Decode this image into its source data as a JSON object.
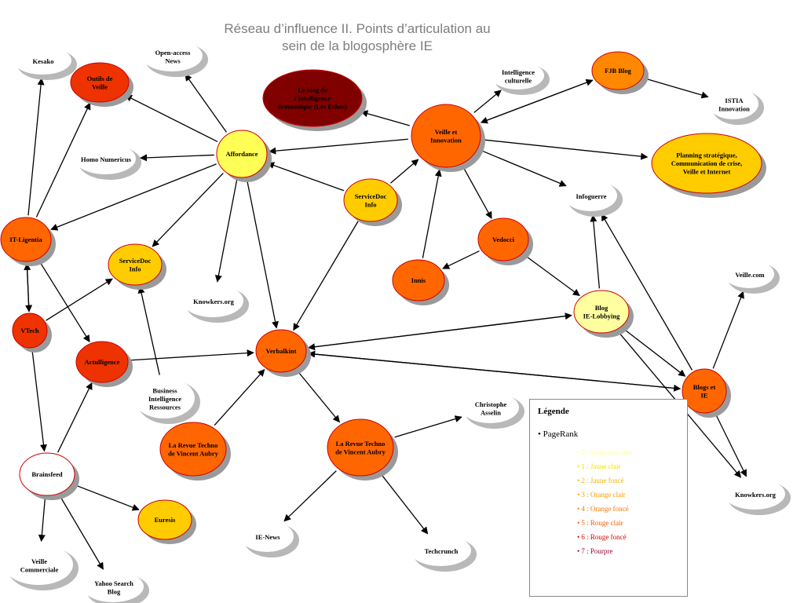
{
  "title": "Réseau d’influence II. Points d’articulation au sein de la blogosphère IE",
  "colors": {
    "pagerank_0": "#ffffa0",
    "pagerank_1": "#ffff55",
    "pagerank_2": "#ffcc00",
    "pagerank_3": "#ff9900",
    "pagerank_4": "#ff8800",
    "pagerank_5": "#ff6600",
    "pagerank_6": "#ee3300",
    "pagerank_7": "#800000",
    "unranked": "#ffffff",
    "node_border": "#cc0000",
    "cloud_shadow": "#b8b8b8"
  },
  "nodes": [
    {
      "id": "kesako",
      "label": "Kesako",
      "rank": null
    },
    {
      "id": "openaccess",
      "label": "Open-access News",
      "rank": null
    },
    {
      "id": "outils",
      "label": "Outils de Veille",
      "rank": 6
    },
    {
      "id": "blogie_echos",
      "label": "Le blog de l’intelligence économique (Les Echos)",
      "rank": 7
    },
    {
      "id": "homo",
      "label": "Homo Numericus",
      "rank": null
    },
    {
      "id": "affordance",
      "label": "Affordance",
      "rank": 1
    },
    {
      "id": "veille_innov",
      "label": "Veille et Innovation",
      "rank": 5
    },
    {
      "id": "intel_cult",
      "label": "Intelligence culturelle",
      "rank": null
    },
    {
      "id": "fjb",
      "label": "FJB Blog",
      "rank": 4
    },
    {
      "id": "istia",
      "label": "ISTIA Innovation",
      "rank": null
    },
    {
      "id": "planning",
      "label": "Planning stratégique, Communication de crise, Veille et Internet",
      "rank": 2
    },
    {
      "id": "itligentia",
      "label": "IT-Ligentia",
      "rank": 5
    },
    {
      "id": "servicedoc_c",
      "label": "ServiceDoc Info",
      "rank": 2
    },
    {
      "id": "servicedoc_l",
      "label": "ServiceDoc Info",
      "rank": 2
    },
    {
      "id": "infoguerre",
      "label": "Infoguerre",
      "rank": null
    },
    {
      "id": "vedocci",
      "label": "Vedocci",
      "rank": 5
    },
    {
      "id": "innis",
      "label": "Innis",
      "rank": 5
    },
    {
      "id": "knowkers1",
      "label": "Knowkers.org",
      "rank": null
    },
    {
      "id": "vtech",
      "label": "VTech",
      "rank": 6
    },
    {
      "id": "actulligence",
      "label": "Actulligence",
      "rank": 6
    },
    {
      "id": "verbalkint",
      "label": "Verbalkint",
      "rank": 5
    },
    {
      "id": "blogie_lobby",
      "label": "Blog IE-Lobbying",
      "rank": 0
    },
    {
      "id": "veillecom",
      "label": "Veille.com",
      "rank": null
    },
    {
      "id": "bir",
      "label": "Business Intelligence Ressources",
      "rank": null
    },
    {
      "id": "blogs_ie",
      "label": "Blogs et IE",
      "rank": 5
    },
    {
      "id": "christophe",
      "label": "Christophe Asselin",
      "rank": null
    },
    {
      "id": "revue_l",
      "label": "La Revue Techno de Vincent Aubry",
      "rank": 5
    },
    {
      "id": "revue_c",
      "label": "La Revue Techno de Vincent Aubry",
      "rank": 5
    },
    {
      "id": "brainsfeed",
      "label": "Brainsfeed",
      "rank": null
    },
    {
      "id": "euresis",
      "label": "Euresis",
      "rank": 2
    },
    {
      "id": "knowkers2",
      "label": "Knowkers.org",
      "rank": null
    },
    {
      "id": "ienews",
      "label": "IE-News",
      "rank": null
    },
    {
      "id": "techcrunch",
      "label": "Techcrunch",
      "rank": null
    },
    {
      "id": "veille_comm",
      "label": "Veille Commerciale",
      "rank": null
    },
    {
      "id": "yahoo",
      "label": "Yahoo Search Blog",
      "rank": null
    }
  ],
  "edges": [
    [
      "affordance",
      "openaccess"
    ],
    [
      "affordance",
      "outils"
    ],
    [
      "affordance",
      "homo"
    ],
    [
      "affordance",
      "itligentia"
    ],
    [
      "affordance",
      "servicedoc_l"
    ],
    [
      "affordance",
      "knowkers1"
    ],
    [
      "affordance",
      "verbalkint"
    ],
    [
      "veille_innov",
      "blogie_echos"
    ],
    [
      "veille_innov",
      "affordance"
    ],
    [
      "veille_innov",
      "intel_cult"
    ],
    [
      "veille_innov",
      "fjb"
    ],
    [
      "fjb",
      "veille_innov"
    ],
    [
      "fjb",
      "istia"
    ],
    [
      "veille_innov",
      "planning"
    ],
    [
      "veille_innov",
      "infoguerre"
    ],
    [
      "veille_innov",
      "vedocci"
    ],
    [
      "servicedoc_c",
      "affordance"
    ],
    [
      "servicedoc_c",
      "veille_innov"
    ],
    [
      "servicedoc_c",
      "verbalkint"
    ],
    [
      "innis",
      "veille_innov"
    ],
    [
      "vedocci",
      "innis"
    ],
    [
      "vedocci",
      "blogie_lobby"
    ],
    [
      "itligentia",
      "kesako"
    ],
    [
      "itligentia",
      "outils"
    ],
    [
      "itligentia",
      "vtech"
    ],
    [
      "vtech",
      "itligentia"
    ],
    [
      "itligentia",
      "actulligence"
    ],
    [
      "vtech",
      "servicedoc_l"
    ],
    [
      "vtech",
      "brainsfeed"
    ],
    [
      "brainsfeed",
      "actulligence"
    ],
    [
      "actulligence",
      "verbalkint"
    ],
    [
      "bir",
      "servicedoc_l"
    ],
    [
      "revue_l",
      "verbalkint"
    ],
    [
      "verbalkint",
      "revue_c"
    ],
    [
      "verbalkint",
      "blogie_lobby"
    ],
    [
      "blogie_lobby",
      "verbalkint"
    ],
    [
      "blogs_ie",
      "verbalkint"
    ],
    [
      "verbalkint",
      "blogs_ie"
    ],
    [
      "blogie_lobby",
      "infoguerre"
    ],
    [
      "blogie_lobby",
      "blogs_ie"
    ],
    [
      "blogie_lobby",
      "knowkers2"
    ],
    [
      "blogs_ie",
      "infoguerre"
    ],
    [
      "blogs_ie",
      "veillecom"
    ],
    [
      "blogs_ie",
      "knowkers2"
    ],
    [
      "revue_c",
      "christophe"
    ],
    [
      "revue_c",
      "ienews"
    ],
    [
      "revue_c",
      "techcrunch"
    ],
    [
      "brainsfeed",
      "euresis"
    ],
    [
      "brainsfeed",
      "veille_comm"
    ],
    [
      "brainsfeed",
      "yahoo"
    ]
  ],
  "legend": {
    "title": "Légende",
    "subtitle": "• PageRank",
    "items": [
      {
        "text": "• 0 : Jaune très clair",
        "color": "#ffff99"
      },
      {
        "text": "• 1 : Jaune clair",
        "color": "#f0e000"
      },
      {
        "text": "• 2 : Jaune foncé",
        "color": "#f0b400"
      },
      {
        "text": "• 3 : Orange clair",
        "color": "#ff9900"
      },
      {
        "text": "• 4 : Orange foncé",
        "color": "#ff7700"
      },
      {
        "text": "• 5 : Rouge clair",
        "color": "#ff5500"
      },
      {
        "text": "• 6 : Rouge foncé",
        "color": "#dd0000"
      },
      {
        "text": "• 7 : Pourpre",
        "color": "#990033"
      }
    ]
  }
}
